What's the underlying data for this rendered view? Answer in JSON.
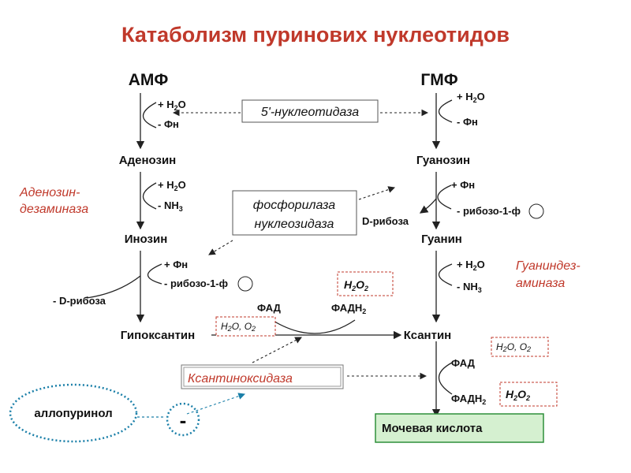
{
  "title": "Катаболизм пуринових нуклеотидов",
  "nodes": {
    "amp": "АМФ",
    "gmp": "ГМФ",
    "adenosine": "Аденозин",
    "guanosine": "Гуанозин",
    "inosine": "Инозин",
    "guanine": "Гуанин",
    "hypoxanthine": "Гипоксантин",
    "xanthine": "Ксантин",
    "uric_acid": "Мочевая кислота"
  },
  "enzymes": {
    "nucleotidase": "5'-нуклеотидаза",
    "phosphorylase_line1": "фосфорилаза",
    "phosphorylase_line2": "нуклеозидаза",
    "adenosine_deaminase_line1": "Аденозин-",
    "adenosine_deaminase_line2": "дезаминаза",
    "guanine_deaminase_line1": "Гуаниндез-",
    "guanine_deaminase_line2": "аминаза",
    "xanthine_oxidase": "Ксантиноксидаза"
  },
  "reactions": {
    "plus_h2o": "+ H",
    "minus_pn": "- Фн",
    "minus_nh": "- NH",
    "plus_pn": "+ Фн",
    "minus_ribose_1p": "- рибозо-1-ф",
    "minus_d_ribose": "- D-рибоза",
    "d_ribose": "D-рибоза",
    "fad": "ФАД",
    "fadh": "ФАДН",
    "sub_2": "2",
    "sub_3": "3",
    "o": "O"
  },
  "cofactors": {
    "h2o2_h": "H",
    "h2o2_o": "O",
    "h2o_o2_a": "H",
    "h2o_o2_b": "O, O"
  },
  "inhibitor": {
    "name": "аллопуринол",
    "sign": "-"
  },
  "colors": {
    "title": "#c0392b",
    "enzyme_red": "#c0392b",
    "inhibitor_ring": "#1a7fa8",
    "inhibitor_arrow": "#1a7fa8",
    "uric_acid_fill": "#d5f0d0",
    "uric_acid_border": "#2f8f3a"
  }
}
